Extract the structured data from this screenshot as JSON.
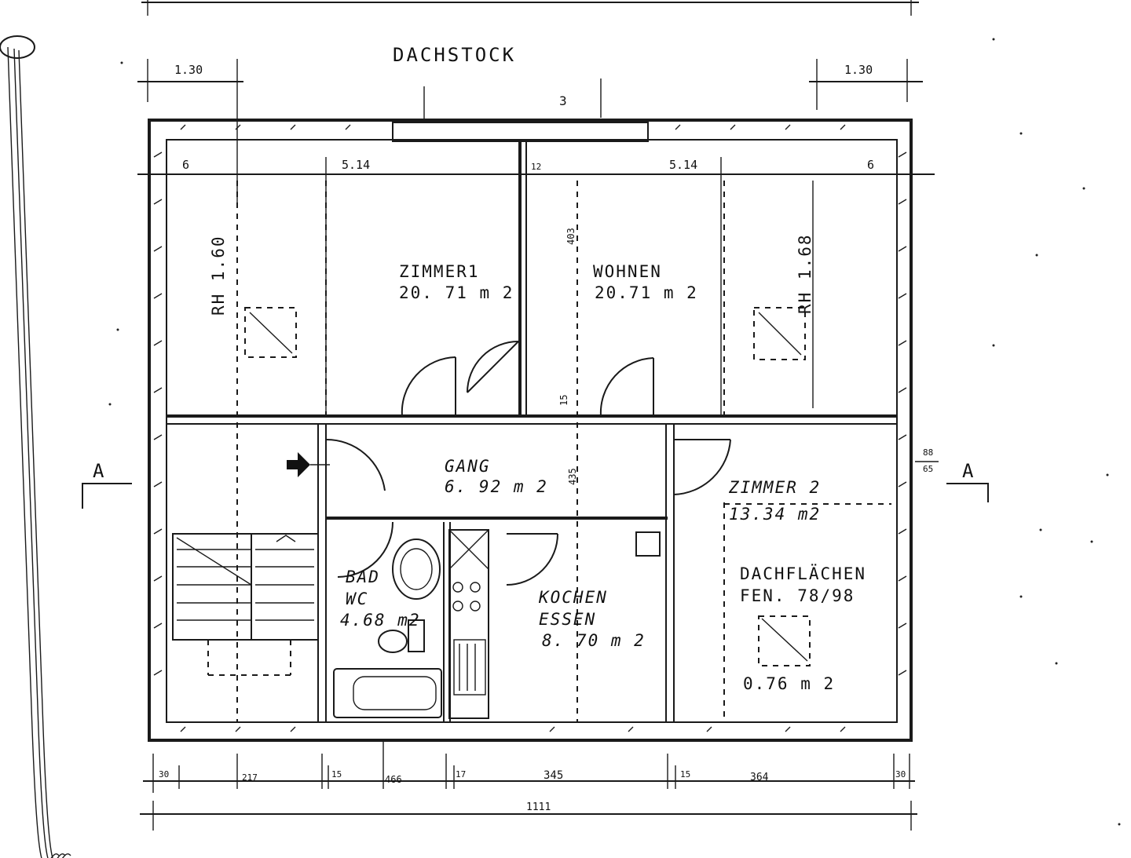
{
  "plan": {
    "title": "DACHSTOCK",
    "section_marker": "A",
    "rooms": {
      "zimmer1": {
        "name": "ZIMMER1",
        "area": "20. 71 m 2"
      },
      "wohnen": {
        "name": "WOHNEN",
        "area": "20.71 m 2"
      },
      "gang": {
        "name": "GANG",
        "area": "6. 92 m 2"
      },
      "zimmer2": {
        "name": "ZIMMER 2",
        "area": "13.34 m2"
      },
      "bad": {
        "name": "BAD",
        "name2": "WC",
        "area": "4.68 m2"
      },
      "kochen": {
        "name": "KOCHEN",
        "name2": "ESSEN",
        "area": "8. 70 m 2"
      },
      "dachflaechen": {
        "line1": "DACHFLÄCHEN",
        "line2": "FEN. 78/98",
        "area": "0.76 m 2"
      }
    },
    "heights": {
      "left": "RH 1.60",
      "right": "RH 1.68"
    },
    "dimensions": {
      "top_left": "1.30",
      "top_right": "1.30",
      "inner_left_6": "6",
      "inner_left_514": "5.14",
      "inner_mid_12": "12",
      "inner_right_514": "5.14",
      "inner_right_6": "6",
      "bottom_30a": "30",
      "bottom_217": "217",
      "bottom_15": "15",
      "bottom_466": "466",
      "bottom_17": "17",
      "bottom_345": "345",
      "bottom_15b": "15",
      "bottom_364": "364",
      "bottom_30b": "30",
      "bottom_total": "1111",
      "vert_403": "403",
      "vert_435": "435",
      "vert_15": "15",
      "small_88": "88",
      "small_65": "65"
    }
  }
}
